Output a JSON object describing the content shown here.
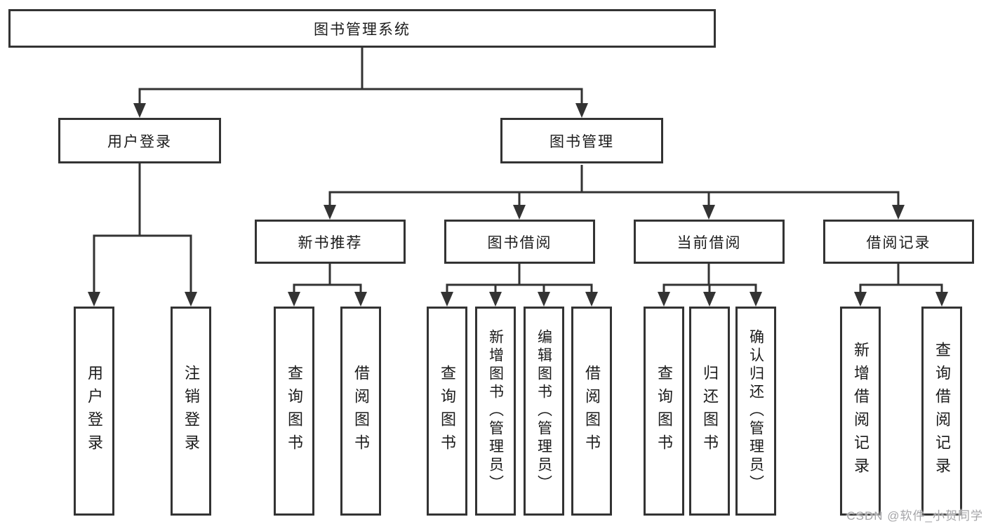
{
  "diagram": {
    "root": {
      "label": "图书管理系统"
    },
    "level2": [
      {
        "id": "user-login",
        "label": "用户登录"
      },
      {
        "id": "book-management",
        "label": "图书管理"
      }
    ],
    "level3": [
      {
        "id": "new-book-recommend",
        "label": "新书推荐"
      },
      {
        "id": "book-borrow",
        "label": "图书借阅"
      },
      {
        "id": "current-borrow",
        "label": "当前借阅"
      },
      {
        "id": "borrow-records",
        "label": "借阅记录"
      }
    ],
    "leaves": {
      "user_login": [
        "用户登录",
        "注销登录"
      ],
      "new_book_recommend": [
        "查询图书",
        "借阅图书"
      ],
      "book_borrow": [
        "查询图书",
        "新增图书（管理员）",
        "编辑图书（管理员）",
        "借阅图书"
      ],
      "current_borrow": [
        "查询图书",
        "归还图书",
        "确认归还（管理员）"
      ],
      "borrow_records": [
        "新增借阅记录",
        "查询借阅记录"
      ]
    }
  },
  "watermark": "CSDN @软件_小贺同学",
  "colors": {
    "line": "#333333",
    "text": "#1b1b1b",
    "watermark": "#a5a5a8",
    "background": "#ffffff"
  }
}
